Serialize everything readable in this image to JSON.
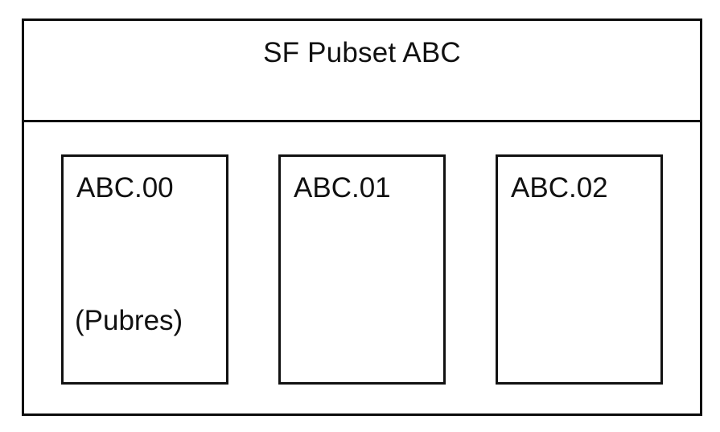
{
  "diagram": {
    "type": "pubset-layout-diagram",
    "title": "SF Pubset ABC",
    "colors": {
      "border": "#0b0b0b",
      "box_border": "#111111",
      "text": "#111111",
      "background": "#ffffff"
    },
    "volumes": [
      {
        "label": "ABC.00",
        "sublabel": "(Pubres)"
      },
      {
        "label": "ABC.01",
        "sublabel": ""
      },
      {
        "label": "ABC.02",
        "sublabel": ""
      }
    ]
  }
}
